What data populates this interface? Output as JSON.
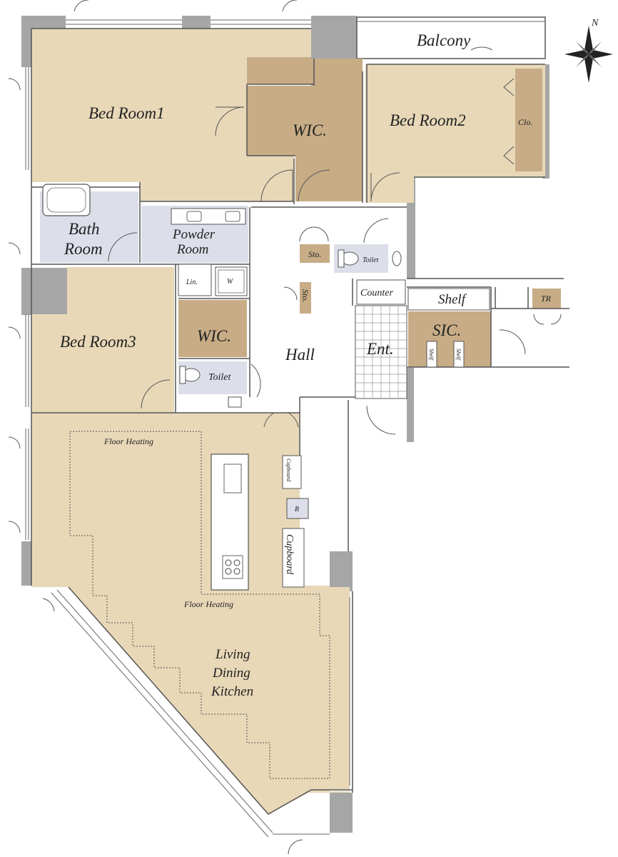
{
  "rooms": {
    "bedroom1": "Bed Room1",
    "wic1": "WIC.",
    "bedroom2": "Bed Room2",
    "closet": "Clo.",
    "balcony": "Balcony",
    "bath_line1": "Bath",
    "bath_line2": "Room",
    "powder_line1": "Powder",
    "powder_line2": "Room",
    "linen": "Lin.",
    "washer": "W",
    "storage1": "Sto.",
    "storage2": "Sto.",
    "toilet1": "Toilet",
    "toilet2": "Toilet",
    "counter": "Counter",
    "shelf": "Shelf",
    "trunk_room": "TR",
    "sic": "SIC.",
    "shelf_small_1": "Shelf",
    "shelf_small_2": "Shelf",
    "bedroom3": "Bed Room3",
    "wic2": "WIC.",
    "hall": "Hall",
    "entrance": "Ent.",
    "floor_heating_1": "Floor Heating",
    "floor_heating_2": "Floor Heating",
    "cupboard_small": "Cupboard",
    "refrigerator": "R",
    "cupboard_large": "Cupboard",
    "ldk_line1": "Living",
    "ldk_line2": "Dining",
    "ldk_line3": "Kitchen"
  },
  "compass": {
    "north_label": "N"
  },
  "colors": {
    "room_fill": "#e8d8b8",
    "storage_fill": "#c7ac86",
    "wet_area_fill": "#dcdfe9",
    "wall_fill": "#a6a6a6"
  }
}
